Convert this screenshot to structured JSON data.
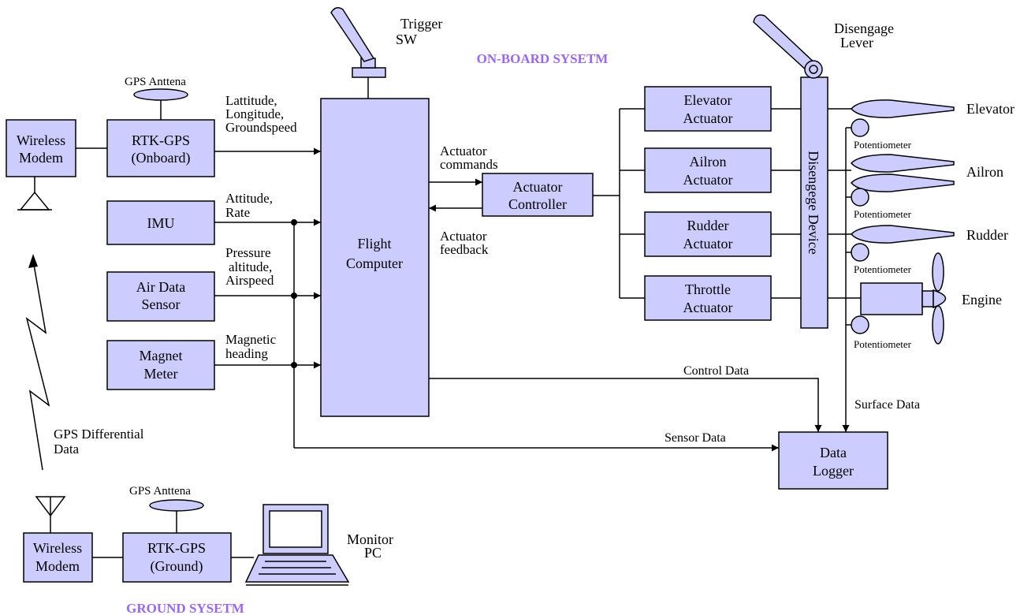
{
  "colors": {
    "box_fill": "#ccccff",
    "section_label": "#9966ff",
    "line": "#000000"
  },
  "sections": {
    "onboard": "ON-BOARD SYSETM",
    "ground": "GROUND SYSETM"
  },
  "blocks": {
    "wireless_onboard": [
      "Wireless",
      "Modem"
    ],
    "rtk_onboard": [
      "RTK-GPS",
      "(Onboard)"
    ],
    "imu": [
      "IMU"
    ],
    "air_data": [
      "Air Data",
      "Sensor"
    ],
    "magnet": [
      "Magnet",
      "Meter"
    ],
    "flight_computer": [
      "Flight",
      "Computer"
    ],
    "actuator_controller": [
      "Actuator",
      "Controller"
    ],
    "elevator_act": [
      "Elevator",
      "Actuator"
    ],
    "ailron_act": [
      "Ailron",
      "Actuator"
    ],
    "rudder_act": [
      "Rudder",
      "Actuator"
    ],
    "throttle_act": [
      "Throttle",
      "Actuator"
    ],
    "disengage_device": "Disengege Device",
    "data_logger": [
      "Data",
      "Logger"
    ],
    "wireless_ground": [
      "Wireless",
      "Modem"
    ],
    "rtk_ground": [
      "RTK-GPS",
      "(Ground)"
    ]
  },
  "labels": {
    "gps_antenna_onboard": "GPS Anttena",
    "gps_antenna_ground": "GPS Anttena",
    "trigger_sw": [
      "Trigger",
      "SW"
    ],
    "disengage_lever": [
      "Disengage",
      "Lever"
    ],
    "monitor_pc": [
      "Monitor",
      "PC"
    ],
    "gps_differential": [
      "GPS Differential",
      "Data"
    ]
  },
  "signals": {
    "rtk": [
      "Lattitude,",
      "Longitude,",
      "Groundspeed"
    ],
    "imu": [
      "Attitude,",
      "Rate"
    ],
    "air": [
      "Pressure",
      "altitude,",
      "Airspeed"
    ],
    "mag": [
      "Magnetic",
      "heading"
    ],
    "act_cmd": [
      "Actuator",
      "commands"
    ],
    "act_fb": [
      "Actuator",
      "feedback"
    ],
    "control_data": "Control Data",
    "sensor_data": "Sensor Data",
    "surface_data": "Surface Data"
  },
  "surfaces": {
    "elevator": "Elevator",
    "ailron": "Ailron",
    "rudder": "Rudder",
    "engine": "Engine",
    "potentiometer": "Potentiometer"
  }
}
